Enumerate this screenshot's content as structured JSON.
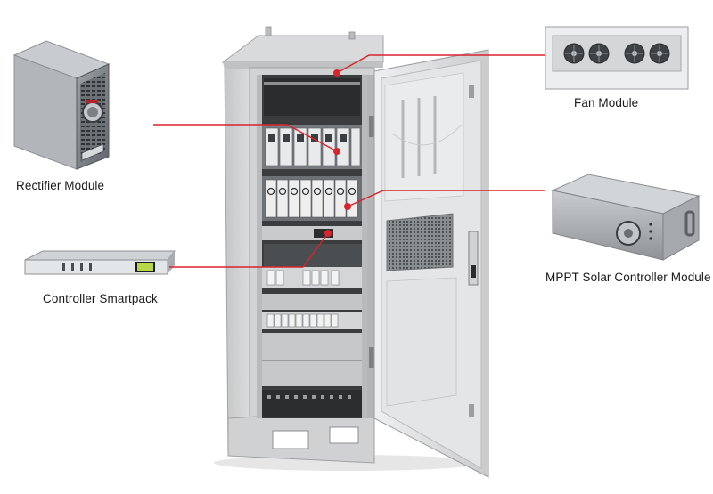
{
  "labels": {
    "rectifier": "Rectifier Module",
    "controller": "Controller Smartpack",
    "fan": "Fan Module",
    "mppt": "MPPT Solar Controller Module"
  },
  "colors": {
    "callout_line": "#d8242c",
    "cabinet_body": "#d7d8d8",
    "cabinet_shadow": "#a9abad",
    "interior_dark": "#2a2a2a",
    "label_text": "#1a1a1a"
  }
}
